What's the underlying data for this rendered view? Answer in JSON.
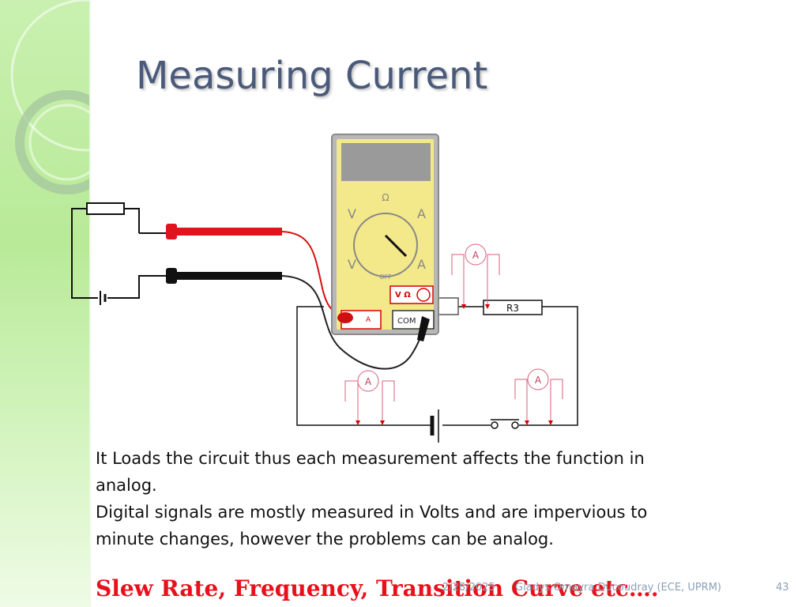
{
  "slide": {
    "title": "Measuring Current",
    "body_lines": [
      "It Loads the circuit thus each measurement affects the function in",
      "analog.",
      "Digital signals are mostly measured in Volts and are impervious to",
      "minute changes, however  the problems can be analog."
    ],
    "highlight": "Slew Rate, Frequency, Transition Curve etc….",
    "footer": {
      "date": "2/28/2025",
      "author": "Gladys Omayra Ducoudray (ECE, UPRM)",
      "page": "43"
    }
  },
  "diagram": {
    "meter": {
      "dial_ohm": "Ω",
      "dial_ac_volts": "V",
      "dial_ac_amps": "A",
      "dial_dc_volts": "V",
      "dial_dc_amps": "A",
      "dial_off": "OFF",
      "jack_volt_ohm": "V Ω",
      "jack_amps": "A",
      "jack_common": "COM"
    },
    "resistor_label": "R3",
    "ammeter_symbol": "A",
    "colors": {
      "meter_body": "#f3e88a",
      "meter_frame": "#9a9a9a",
      "lead_red": "#e0141c",
      "lead_black": "#111111",
      "jack_red": "#d40000",
      "wire_red": "#d40000",
      "title": "#4a5a7a",
      "highlight": "#e8101a"
    }
  }
}
